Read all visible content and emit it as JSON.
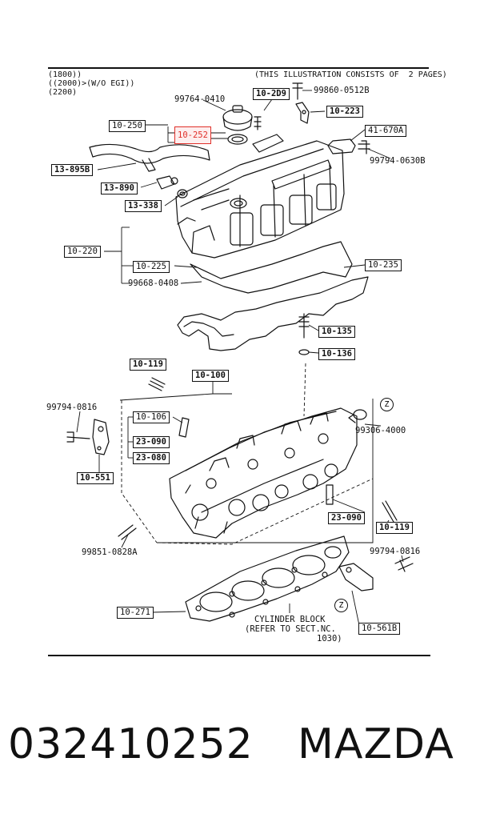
{
  "header": {
    "variants": [
      "(1800))",
      "((2000)>(W/O EGI))",
      "(2200)"
    ],
    "note": "(THIS ILLUSTRATION CONSISTS OF  2 PAGES)"
  },
  "labels": {
    "p99764_0410": "99764-0410",
    "p10_209": "10-2D9",
    "p99860_0512B": "99860-0512B",
    "p10_223": "10-223",
    "p10_250": "10-250",
    "p10_252": "10-252",
    "p41_670A": "41-670A",
    "p99794_0630B": "99794-0630B",
    "p13_895B": "13-895B",
    "p13_890": "13-890",
    "p13_338": "13-338",
    "p10_220": "10-220",
    "p10_225": "10-225",
    "p99668_0408": "99668-0408",
    "p10_235": "10-235",
    "p10_135": "10-135",
    "p10_136": "10-136",
    "p10_119a": "10-119",
    "p10_100": "10-100",
    "p99794_0816a": "99794-0816",
    "p10_106": "10-106",
    "p23_090a": "23-090",
    "p23_080": "23-080",
    "p99306_4000": "99306-4000",
    "p10_551": "10-551",
    "p23_090b": "23-090",
    "p10_119b": "10-119",
    "p99851_0828A": "99851-0828A",
    "p99794_0816b": "99794-0816",
    "p10_271": "10-271",
    "p10_561B": "10-561B",
    "cyl1": "CYLINDER BLOCK",
    "cyl2": "(REFER TO SECT.NC.",
    "cyl3": "1030)",
    "z": "Z"
  },
  "footer": {
    "part_number": "032410252",
    "brand": "MAZDA"
  },
  "colors": {
    "highlight": "#e0302a",
    "ink": "#111111"
  }
}
